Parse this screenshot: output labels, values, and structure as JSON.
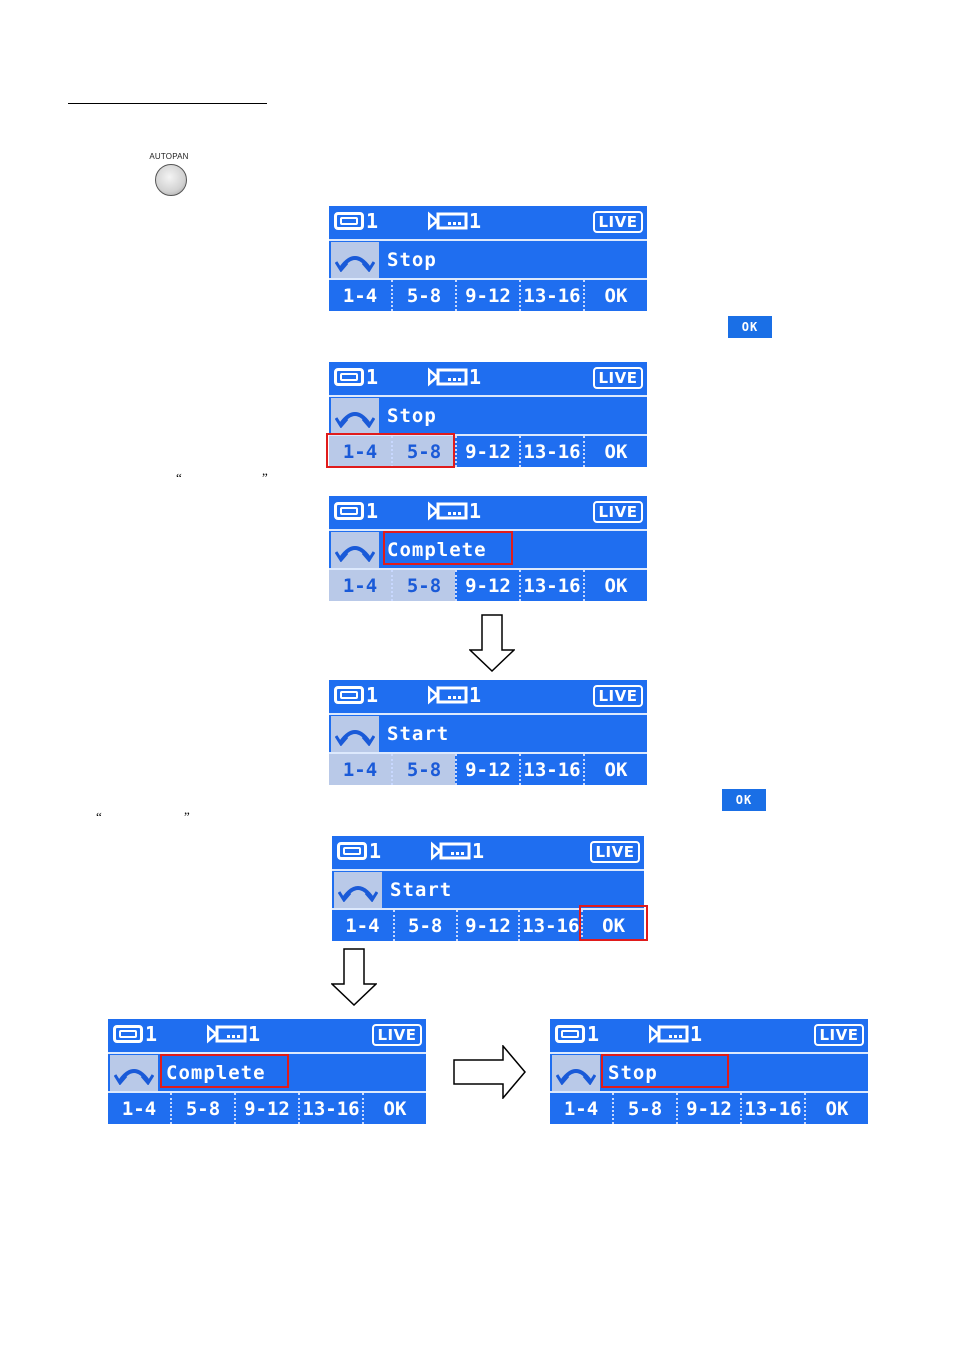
{
  "button": {
    "label": "AUTOPAN"
  },
  "ok_chip": {
    "label": "OK"
  },
  "quotes": {
    "open": "“",
    "close": "”"
  },
  "lcd": {
    "monitor_number": "1",
    "camera_number": "1",
    "live": "LIVE",
    "tabs": [
      "1-4",
      "5-8",
      "9-12",
      "13-16",
      "OK"
    ]
  },
  "screens": [
    {
      "status": "Stop"
    },
    {
      "status": "Stop"
    },
    {
      "status": "Complete"
    },
    {
      "status": "Start"
    },
    {
      "status": "Start"
    },
    {
      "status": "Complete"
    },
    {
      "status": "Stop"
    }
  ],
  "colors": {
    "lcd_blue": "#1f6ef0",
    "selected_cell": "#b9c9e8",
    "highlight_red": "#e01b1b"
  }
}
